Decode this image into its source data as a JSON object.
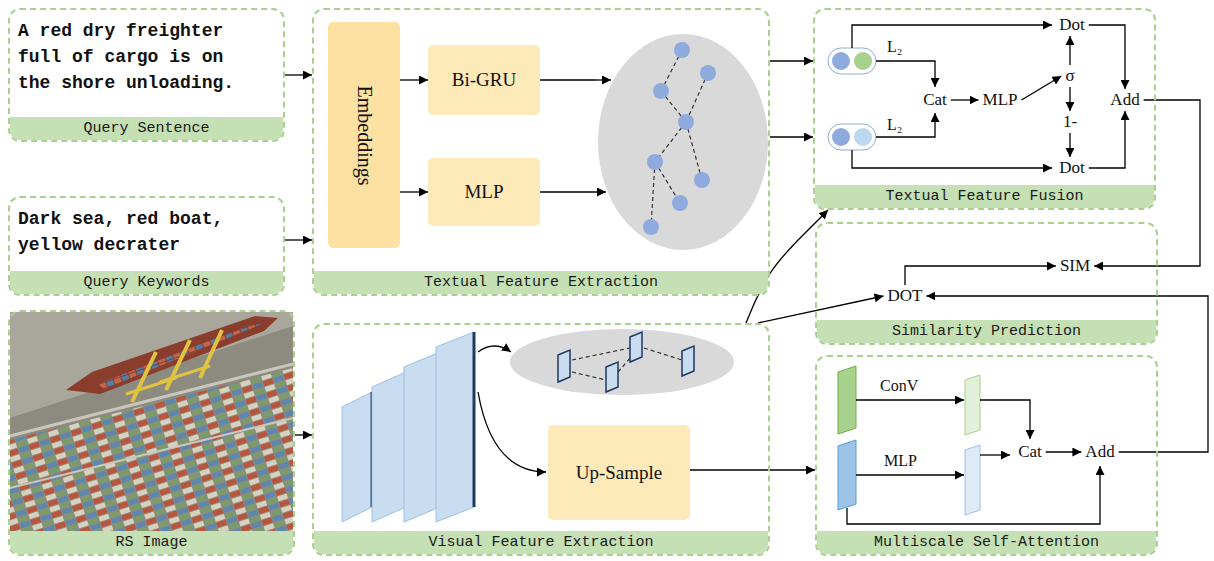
{
  "diagram": {
    "nodes": [
      {
        "text": [
          "A red dry freighter full of cargo is on the shore unloading.",
          "Query Sentence"
        ]
      },
      {
        "text": [
          "Dark sea, red boat, yellow decrater",
          "Query Keywords"
        ]
      },
      {
        "text": [
          "RS Image"
        ]
      },
      {
        "text": [
          "Textual Feature Extraction"
        ]
      },
      {
        "text": [
          "Embeddings"
        ],
        "in": 3
      },
      {
        "text": [
          "Bi-GRU"
        ],
        "in": 3
      },
      {
        "text": [
          "MLP"
        ],
        "in": 3
      },
      {
        "text": [
          "Visual Feature Extraction"
        ]
      },
      {
        "text": [
          "Up-Sample"
        ],
        "in": 7
      },
      {
        "text": [
          "Textual Feature Fusion"
        ]
      },
      {
        "text": [
          "Cat"
        ],
        "in": 9
      },
      {
        "text": [
          "MLP"
        ],
        "in": 9
      },
      {
        "text": [
          "σ"
        ],
        "in": 9
      },
      {
        "text": [
          "1-"
        ],
        "in": 9
      },
      {
        "text": [
          "Dot"
        ],
        "in": 9
      },
      {
        "text": [
          "Dot"
        ],
        "in": 9
      },
      {
        "text": [
          "Add"
        ],
        "in": 9
      },
      {
        "text": [
          "Similarity Prediction"
        ]
      },
      {
        "text": [
          "SIM"
        ],
        "in": 17
      },
      {
        "text": [
          "DOT"
        ],
        "in": 17
      },
      {
        "text": [
          "Multiscale Self-Attention"
        ]
      },
      {
        "text": [
          "Cat"
        ],
        "in": 20
      },
      {
        "text": [
          "Add"
        ],
        "in": 20
      }
    ],
    "edges": [
      {
        "from": 0,
        "to": 3,
        "arrow": "to"
      },
      {
        "from": 1,
        "to": 3,
        "arrow": "to"
      },
      {
        "from": 2,
        "to": 7,
        "arrow": "to"
      },
      {
        "from": 4,
        "to": 5,
        "arrow": "to"
      },
      {
        "from": 4,
        "to": 6,
        "arrow": "to"
      },
      {
        "from": 3,
        "to": 9,
        "arrow": "to"
      },
      {
        "from": 3,
        "to": 9,
        "arrow": "to"
      },
      {
        "from": 7,
        "to": 9,
        "arrow": "to"
      },
      {
        "from": 7,
        "to": 19,
        "arrow": "to"
      },
      {
        "from": 8,
        "to": 20,
        "arrow": "to"
      },
      {
        "from": 10,
        "to": 11,
        "arrow": "to"
      },
      {
        "from": 11,
        "to": 12,
        "arrow": "to"
      },
      {
        "from": 12,
        "to": 14,
        "arrow": "to"
      },
      {
        "from": 12,
        "to": 13,
        "arrow": "to"
      },
      {
        "from": 13,
        "to": 15,
        "arrow": "to"
      },
      {
        "from": 14,
        "to": 16,
        "arrow": "to"
      },
      {
        "from": 15,
        "to": 16,
        "arrow": "to"
      },
      {
        "from": 16,
        "to": 18,
        "arrow": "to"
      },
      {
        "from": 19,
        "to": 18,
        "arrow": "to"
      },
      {
        "from": 22,
        "to": 19,
        "arrow": "to"
      },
      {
        "from": 21,
        "to": 22,
        "arrow": "to"
      }
    ],
    "labels": [
      "L₂",
      "L₂",
      "ConV",
      "MLP"
    ]
  }
}
